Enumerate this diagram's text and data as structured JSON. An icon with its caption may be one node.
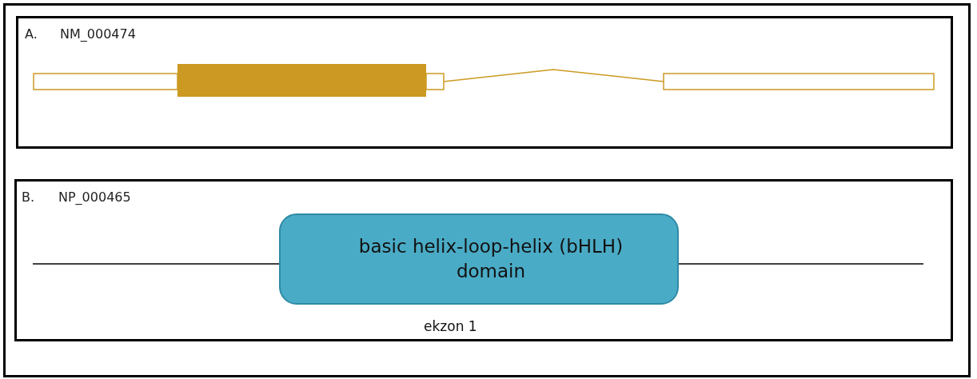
{
  "diagram": {
    "nodes": [
      {
        "text": [
          "A.",
          "NM_000474"
        ]
      },
      {
        "text": [
          "B.",
          "NP_000465"
        ]
      },
      {
        "text": [
          "basic helix-loop-helix (bHLH) domain"
        ],
        "in": 1
      }
    ],
    "edges": [],
    "labels": [
      "ekzon 1"
    ]
  }
}
